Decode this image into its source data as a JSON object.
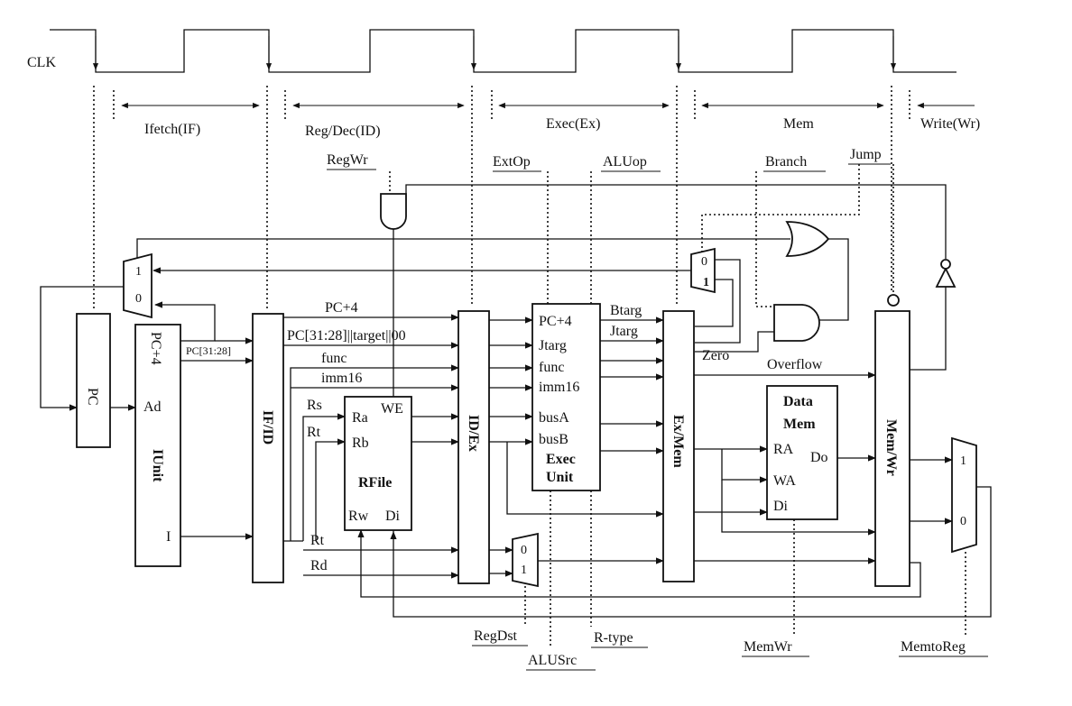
{
  "clock": {
    "label": "CLK"
  },
  "stages": {
    "ifetch": "Ifetch(IF)",
    "regdec": "Reg/Dec(ID)",
    "exec": "Exec(Ex)",
    "mem": "Mem",
    "write": "Write(Wr)"
  },
  "pipeline_registers": {
    "pc": "PC",
    "ifid": "IF/ID",
    "idex": "ID/Ex",
    "exmem": "Ex/Mem",
    "memwr": "Mem/Wr"
  },
  "iunit": {
    "title": "IUnit",
    "pc4": "PC+4",
    "ad": "Ad",
    "i": "I"
  },
  "rfile": {
    "title": "RFile",
    "ra": "Ra",
    "rb": "Rb",
    "we": "WE",
    "rw": "Rw",
    "di": "Di"
  },
  "exec_unit": {
    "title1": "Exec",
    "title2": "Unit",
    "pc4": "PC+4",
    "jtarg": "Jtarg",
    "func": "func",
    "imm16": "imm16",
    "busa": "busA",
    "busb": "busB"
  },
  "data_mem": {
    "title1": "Data",
    "title2": "Mem",
    "ra": "RA",
    "wa": "WA",
    "di": "Di",
    "do": "Do"
  },
  "signals": {
    "regwr": "RegWr",
    "extop": "ExtOp",
    "aluop": "ALUop",
    "branch": "Branch",
    "jump": "Jump",
    "regdst": "RegDst",
    "alusrc": "ALUSrc",
    "rtype": "R-type",
    "memwr": "MemWr",
    "memtoreg": "MemtoReg"
  },
  "wires": {
    "pc4": "PC+4",
    "target": "PC[31:28]||target||00",
    "func": "func",
    "imm16": "imm16",
    "rs": "Rs",
    "rt": "Rt",
    "rt2": "Rt",
    "rd": "Rd",
    "pc3128": "PC[31:28]",
    "btarg": "Btarg",
    "jtarg": "Jtarg",
    "zero": "Zero",
    "overflow": "Overflow"
  },
  "mux": {
    "one": "1",
    "zero": "0"
  }
}
